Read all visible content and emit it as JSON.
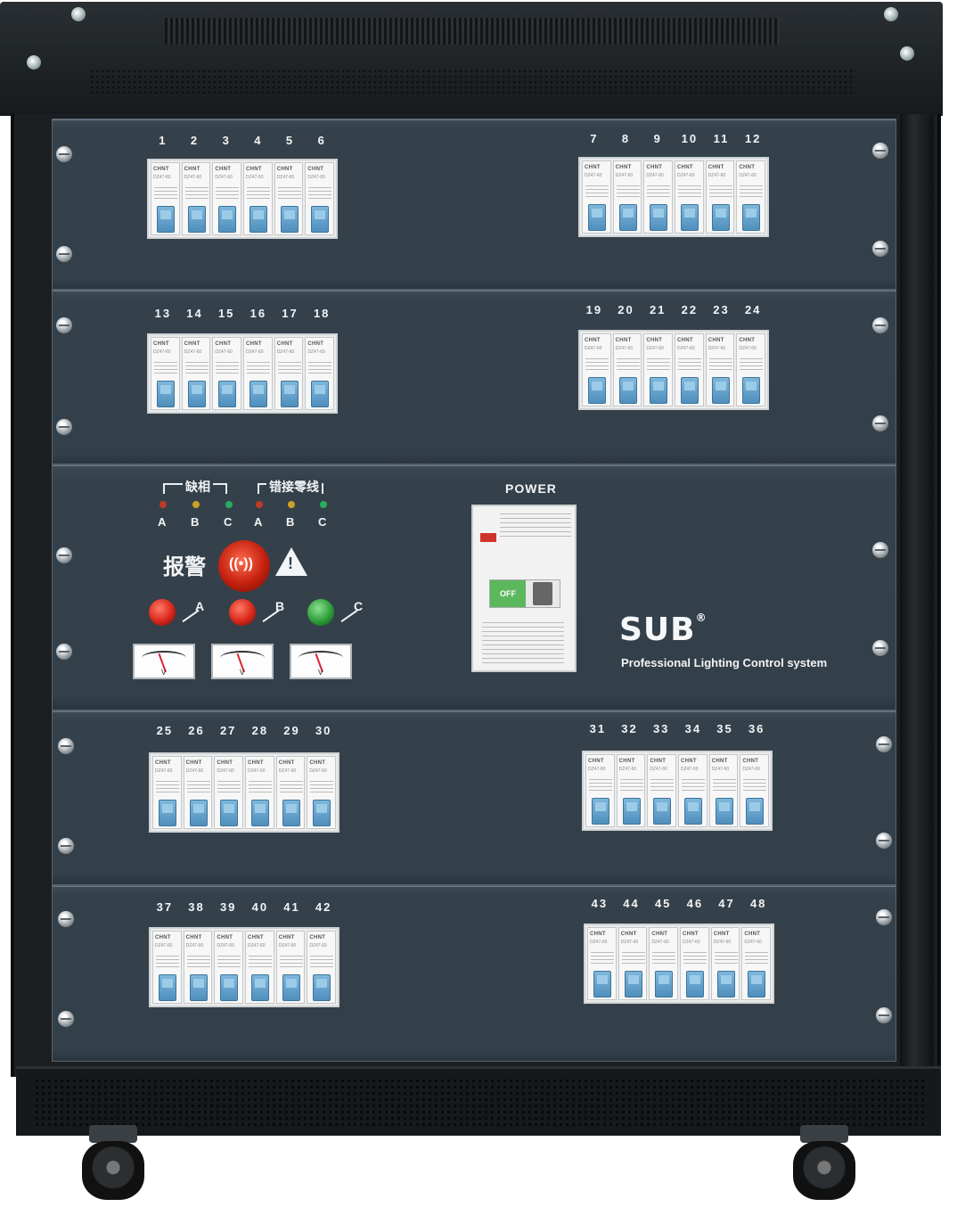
{
  "channels_row1_left": [
    "1",
    "2",
    "3",
    "4",
    "5",
    "6"
  ],
  "channels_row1_right": [
    "7",
    "8",
    "9",
    "10",
    "11",
    "12"
  ],
  "channels_row2_left": [
    "13",
    "14",
    "15",
    "16",
    "17",
    "18"
  ],
  "channels_row2_right": [
    "19",
    "20",
    "21",
    "22",
    "23",
    "24"
  ],
  "channels_row3_left": [
    "25",
    "26",
    "27",
    "28",
    "29",
    "30"
  ],
  "channels_row3_right": [
    "31",
    "32",
    "33",
    "34",
    "35",
    "36"
  ],
  "channels_row4_left": [
    "37",
    "38",
    "39",
    "40",
    "41",
    "42"
  ],
  "channels_row4_right": [
    "43",
    "44",
    "45",
    "46",
    "47",
    "48"
  ],
  "breaker": {
    "brand": "CHNT",
    "model": "DZ47-60"
  },
  "control": {
    "phase_loss_label": "缺相",
    "miswire_label": "错接零线",
    "phase_letters": [
      "A",
      "B",
      "C",
      "A",
      "B",
      "C"
    ],
    "alarm_label": "报警",
    "lamp_labels": [
      "A",
      "B",
      "C"
    ],
    "meter_unit": "V",
    "power_label": "POWER",
    "main_switch_state": "OFF"
  },
  "brand": {
    "logo": "SUB",
    "reg_mark": "®",
    "tagline": "Professional Lighting Control system"
  },
  "colors": {
    "panel": "#33404a",
    "toggle": "#5f9fcc",
    "lamp_red": "#d8261a",
    "lamp_green": "#2f9e3a",
    "led_red": "#c0392b",
    "led_green": "#27ae60"
  }
}
